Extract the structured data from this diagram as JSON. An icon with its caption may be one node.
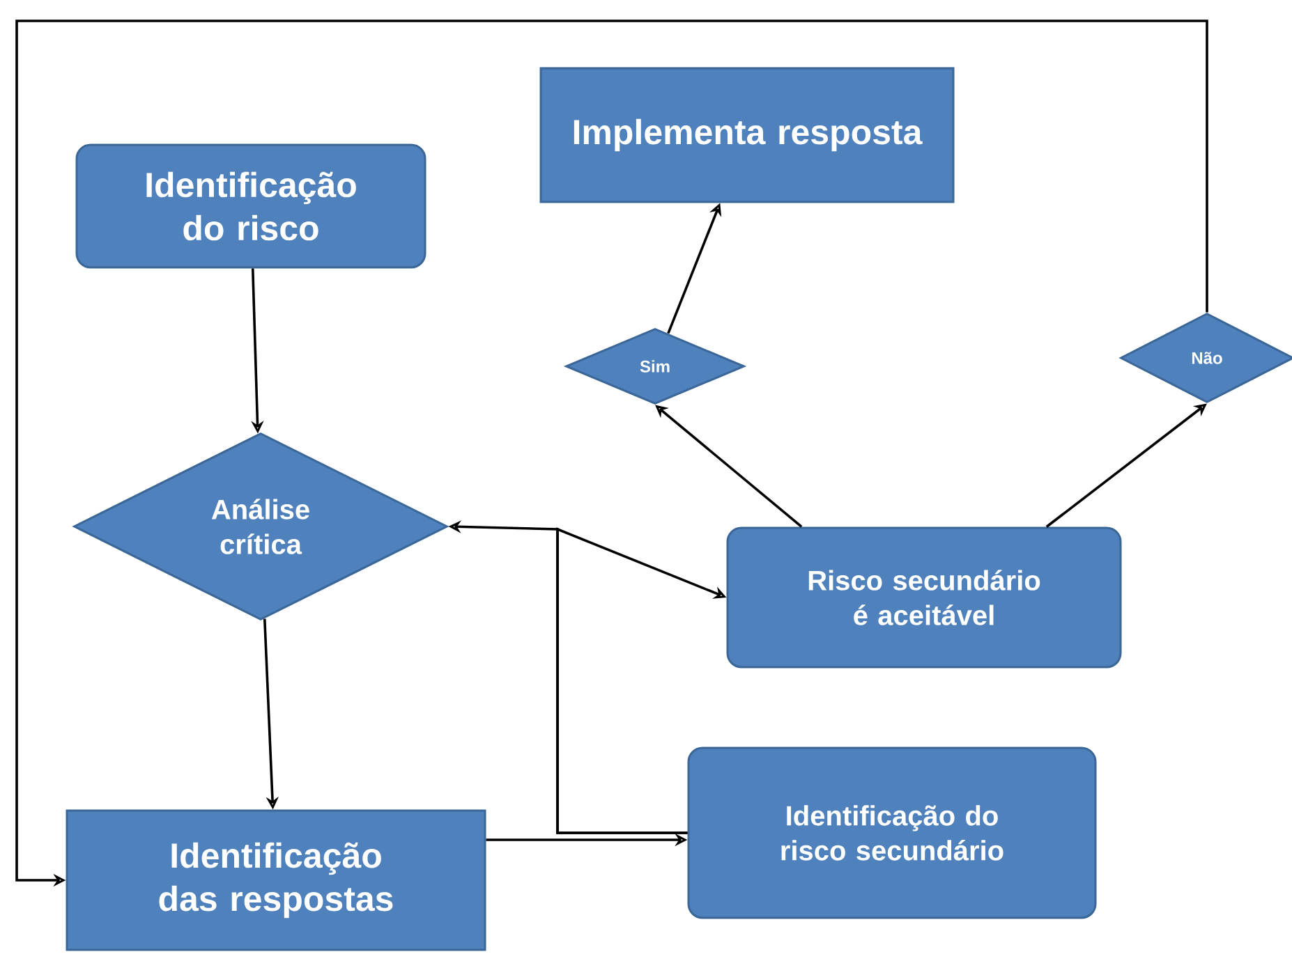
{
  "diagram": {
    "nodes": [
      {
        "text": [
          "Identificação do risco"
        ]
      },
      {
        "text": [
          "Implementa resposta"
        ]
      },
      {
        "text": [
          "Análise crítica"
        ]
      },
      {
        "text": [
          "Sim"
        ]
      },
      {
        "text": [
          "Não"
        ]
      },
      {
        "text": [
          "Risco secundário é aceitável"
        ]
      },
      {
        "text": [
          "Identificação das respostas"
        ]
      },
      {
        "text": [
          "Identificação do risco secundário"
        ]
      }
    ],
    "edges": [
      {
        "from": 0,
        "to": 2,
        "arrow": "to"
      },
      {
        "from": 3,
        "to": 1,
        "arrow": "to"
      },
      {
        "from": 5,
        "to": 3,
        "arrow": "to"
      },
      {
        "from": 5,
        "to": 4,
        "arrow": "to"
      },
      {
        "from": 4,
        "to": 6,
        "arrow": "to"
      },
      {
        "from": 2,
        "to": 6,
        "arrow": "to"
      },
      {
        "from": 6,
        "to": 7,
        "arrow": "to"
      },
      {
        "from": 7,
        "to": 2,
        "arrow": "to"
      },
      {
        "from": 7,
        "to": 5,
        "arrow": "to"
      }
    ]
  }
}
